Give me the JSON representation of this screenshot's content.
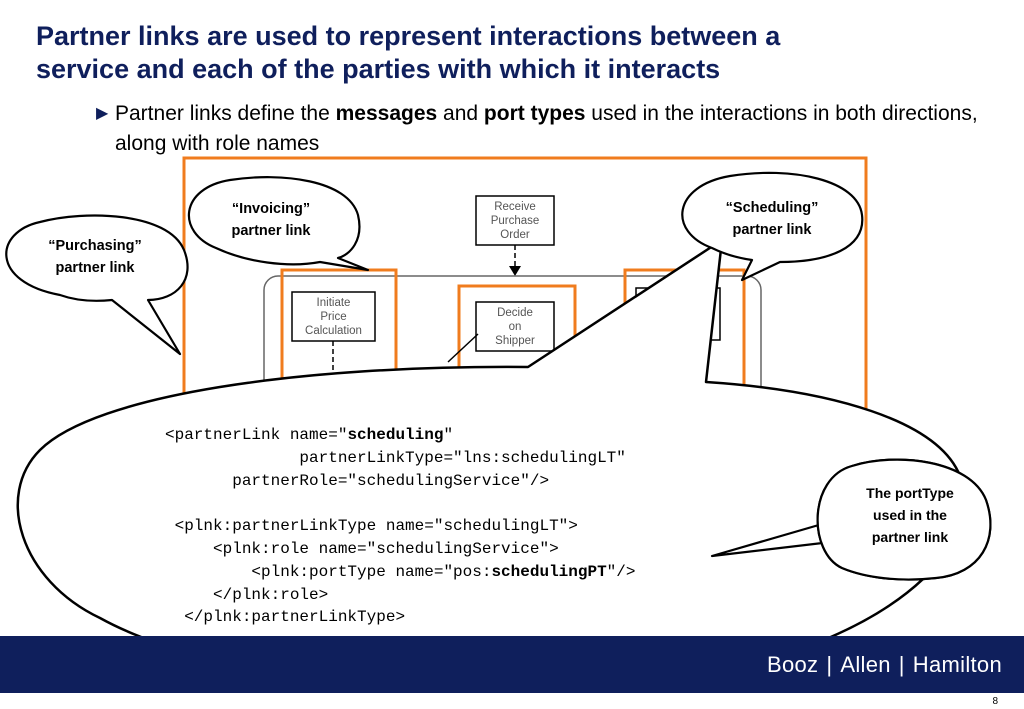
{
  "slide": {
    "title_line1": "Partner links are used to represent interactions between a",
    "title_line2": "service and each of the parties with which it interacts",
    "bullet": {
      "text1": "Partner links define the ",
      "bold1": "messages",
      "text2": " and ",
      "bold2": "port types",
      "text3": " used in the interactions in both directions, along with role names"
    },
    "page_number": "8"
  },
  "diagram": {
    "boxes": {
      "receive": [
        "Receive",
        "Purchase",
        "Order"
      ],
      "initiate": [
        "Initiate",
        "Price",
        "Calculation"
      ],
      "decide": [
        "Decide",
        "on",
        "Shipper"
      ]
    }
  },
  "callouts": {
    "purchasing": [
      "“Purchasing”",
      "partner link"
    ],
    "invoicing": [
      "“Invoicing”",
      "partner link"
    ],
    "scheduling": [
      "“Scheduling”",
      "partner link"
    ],
    "porttype": [
      "The portType",
      "used in the",
      "partner link"
    ]
  },
  "code": {
    "l1_a": "<partnerLink name=\"",
    "l1_b": "scheduling",
    "l1_c": "\"",
    "l2": "              partnerLinkType=\"lns:schedulingLT\"",
    "l3": "       partnerRole=\"schedulingService\"/>",
    "l4": "",
    "l5": " <plnk:partnerLinkType name=\"schedulingLT\">",
    "l6": "     <plnk:role name=\"schedulingService\">",
    "l7_a": "         <plnk:portType name=\"pos:",
    "l7_b": "schedulingPT",
    "l7_c": "\"/>",
    "l8": "     </plnk:role>",
    "l9": "  </plnk:partnerLinkType>"
  },
  "footer": {
    "brand1": "Booz",
    "sep": "|",
    "brand2": "Allen",
    "brand3": "Hamilton"
  },
  "colors": {
    "title": "#0f1f5c",
    "orange": "#f07c1e",
    "footer_bg": "#0f1f5c"
  }
}
